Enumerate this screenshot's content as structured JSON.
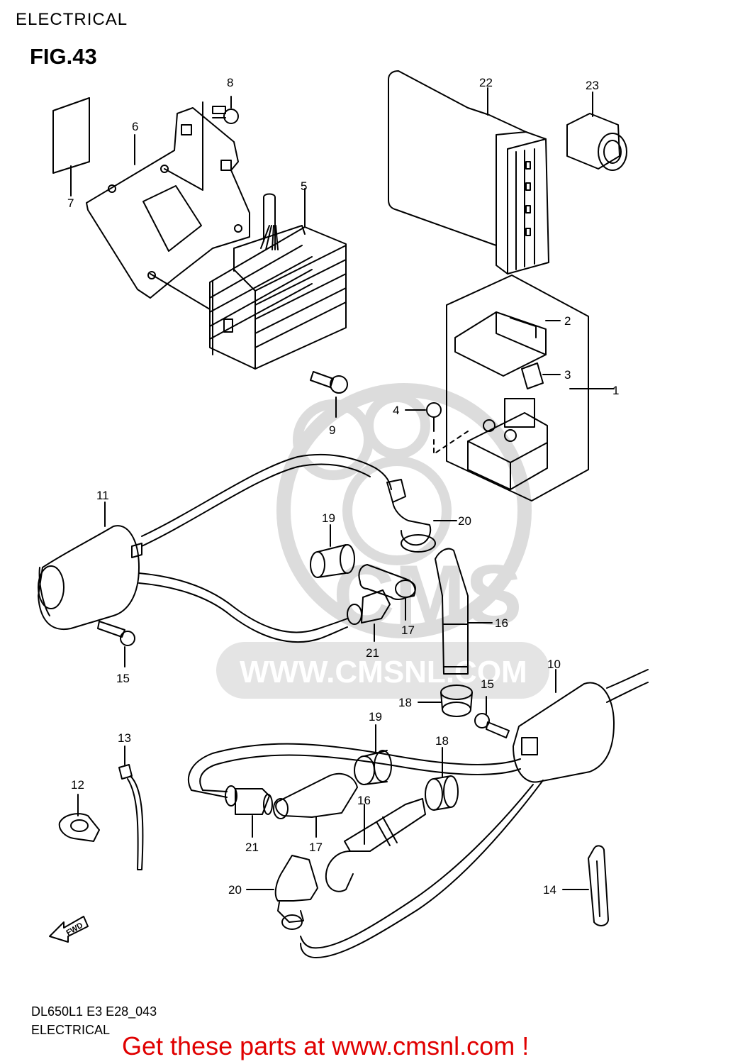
{
  "header": {
    "page_title": "ELECTRICAL",
    "figure_title": "FIG.43"
  },
  "callouts": {
    "c1": "1",
    "c2": "2",
    "c3": "3",
    "c4": "4",
    "c5": "5",
    "c6": "6",
    "c7": "7",
    "c8": "8",
    "c9": "9",
    "c10": "10",
    "c11": "11",
    "c12": "12",
    "c13": "13",
    "c14": "14",
    "c15a": "15",
    "c15b": "15",
    "c16a": "16",
    "c16b": "16",
    "c17a": "17",
    "c17b": "17",
    "c18a": "18",
    "c18b": "18",
    "c19a": "19",
    "c19b": "19",
    "c20a": "20",
    "c20b": "20",
    "c21a": "21",
    "c21b": "21",
    "c22": "22",
    "c23": "23"
  },
  "badges": {
    "fwd": "FWD"
  },
  "watermark": {
    "text": "WWW.CMSNL.COM",
    "logo_text": "CMS"
  },
  "footer": {
    "model_code": "DL650L1 E3 E28_043",
    "section_name": "ELECTRICAL",
    "link_text": "Get these parts at www.cmsnl.com !"
  },
  "colors": {
    "line": "#000000",
    "watermark": "#d9d9d9",
    "link": "#e00000"
  }
}
